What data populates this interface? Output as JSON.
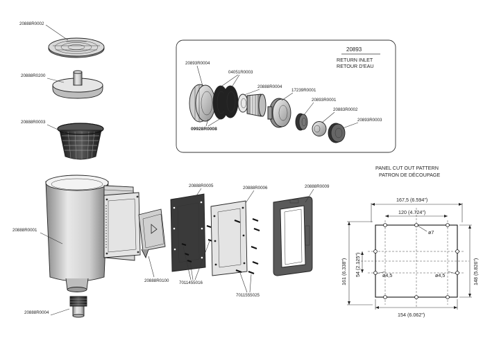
{
  "kit": {
    "number": "20893",
    "title_en": "RETURN INLET",
    "title_fr": "RETOUR D'EAU",
    "parts": [
      "20893R0004",
      "04051R0003",
      "20888R0004",
      "17239R0001",
      "20893R0001",
      "20883R0002",
      "20893R0003",
      "09928R0008"
    ]
  },
  "skimmer_parts": [
    "20888R0002",
    "20888R0200",
    "20888R0003",
    "20888R0001",
    "20888R0004",
    "20888R0100",
    "20888R0005",
    "20888R0006",
    "20888R0009",
    "7011455016",
    "7011555025"
  ],
  "cutout": {
    "title_en": "PANEL CUT OUT PATTERN",
    "title_fr": "PATRON DE DÉCOUPAGE",
    "dims": {
      "top_outer": "167,5  (6.594\")",
      "top_inner": "120  (4.724\")",
      "hole_small": "ø7",
      "left_outer": "161  (6.338\")",
      "left_inner": "54  (2.125\")",
      "right": "148  (5.826\")",
      "bottom": "154  (6.062\")",
      "hole_left": "ø4,5",
      "hole_right": "ø4,5"
    }
  }
}
